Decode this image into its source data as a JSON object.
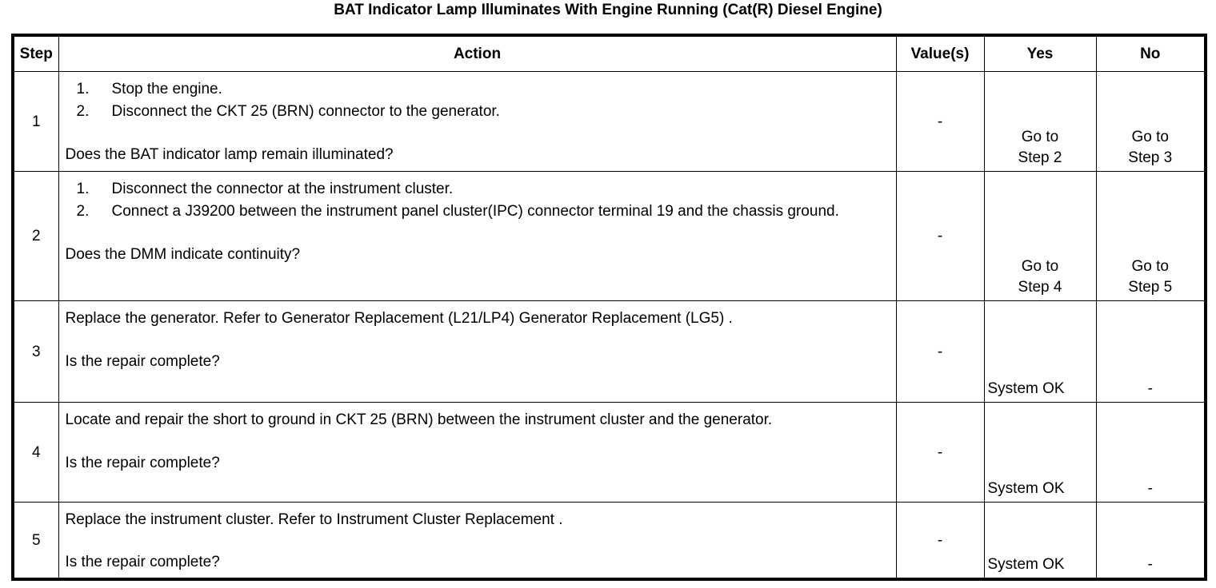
{
  "title": "BAT Indicator Lamp Illuminates With Engine Running (Cat(R) Diesel Engine)",
  "table": {
    "headers": {
      "step": "Step",
      "action": "Action",
      "value": "Value(s)",
      "yes": "Yes",
      "no": "No"
    },
    "rows": [
      {
        "step": "1",
        "items": [
          {
            "num": "1.",
            "text": "Stop the engine."
          },
          {
            "num": "2.",
            "text": "Disconnect the CKT 25 (BRN) connector to the generator."
          }
        ],
        "paragraph": "",
        "question": "Does the BAT indicator lamp remain illuminated?",
        "value": "-",
        "yes_line1": "Go to",
        "yes_line2": "Step 2",
        "no_line1": "Go to",
        "no_line2": "Step 3"
      },
      {
        "step": "2",
        "items": [
          {
            "num": "1.",
            "text": "Disconnect the connector at the instrument cluster."
          },
          {
            "num": "2.",
            "text": "Connect a J39200 between the instrument panel cluster(IPC) connector terminal 19 and the chassis ground."
          }
        ],
        "paragraph": "",
        "question": "Does the DMM indicate continuity?",
        "value": "-",
        "yes_line1": "Go to",
        "yes_line2": "Step 4",
        "no_line1": "Go to",
        "no_line2": "Step 5"
      },
      {
        "step": "3",
        "items": [],
        "paragraph": "Replace the generator. Refer to Generator Replacement (L21/LP4) Generator Replacement (LG5) .",
        "question": "Is the repair complete?",
        "value": "-",
        "yes_line1": "",
        "yes_line2": "System OK",
        "no_line1": "",
        "no_line2": "-"
      },
      {
        "step": "4",
        "items": [],
        "paragraph": "Locate and repair the short to ground in CKT 25 (BRN) between the instrument cluster and the generator.",
        "question": "Is the repair complete?",
        "value": "-",
        "yes_line1": "",
        "yes_line2": "System OK",
        "no_line1": "",
        "no_line2": "-"
      },
      {
        "step": "5",
        "items": [],
        "paragraph": "Replace the instrument cluster. Refer to Instrument Cluster Replacement .",
        "question": "Is the repair complete?",
        "value": "-",
        "yes_line1": "",
        "yes_line2": "System OK",
        "no_line1": "",
        "no_line2": "-"
      }
    ]
  }
}
